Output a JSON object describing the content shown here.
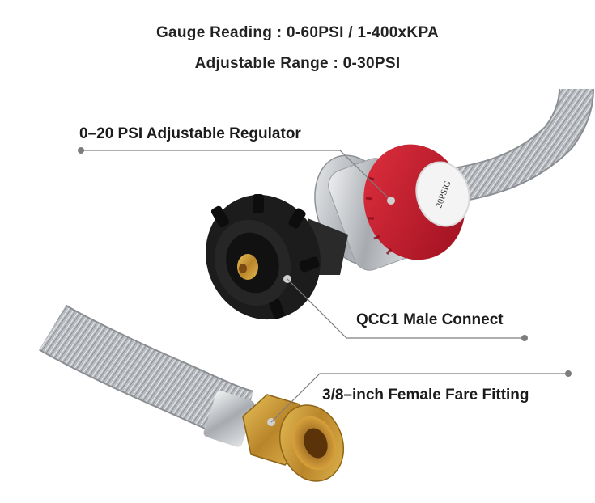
{
  "header": {
    "gauge_reading": "Gauge Reading :  0-60PSI / 1-400xKPA",
    "adjustable_range": "Adjustable Range :  0-30PSI"
  },
  "callouts": {
    "regulator": "0–20 PSI Adjustable Regulator",
    "qcc1": "QCC1 Male Connect",
    "fitting": "3/8–inch Female Fare Fitting"
  },
  "dial_text": "20PSIG",
  "colors": {
    "regulator_red": "#c0182a",
    "hose_steel": "#b9bcc0",
    "connector_black": "#1c1c1c",
    "brass": "#c9962e",
    "leader_gray": "#7d7d7d"
  }
}
